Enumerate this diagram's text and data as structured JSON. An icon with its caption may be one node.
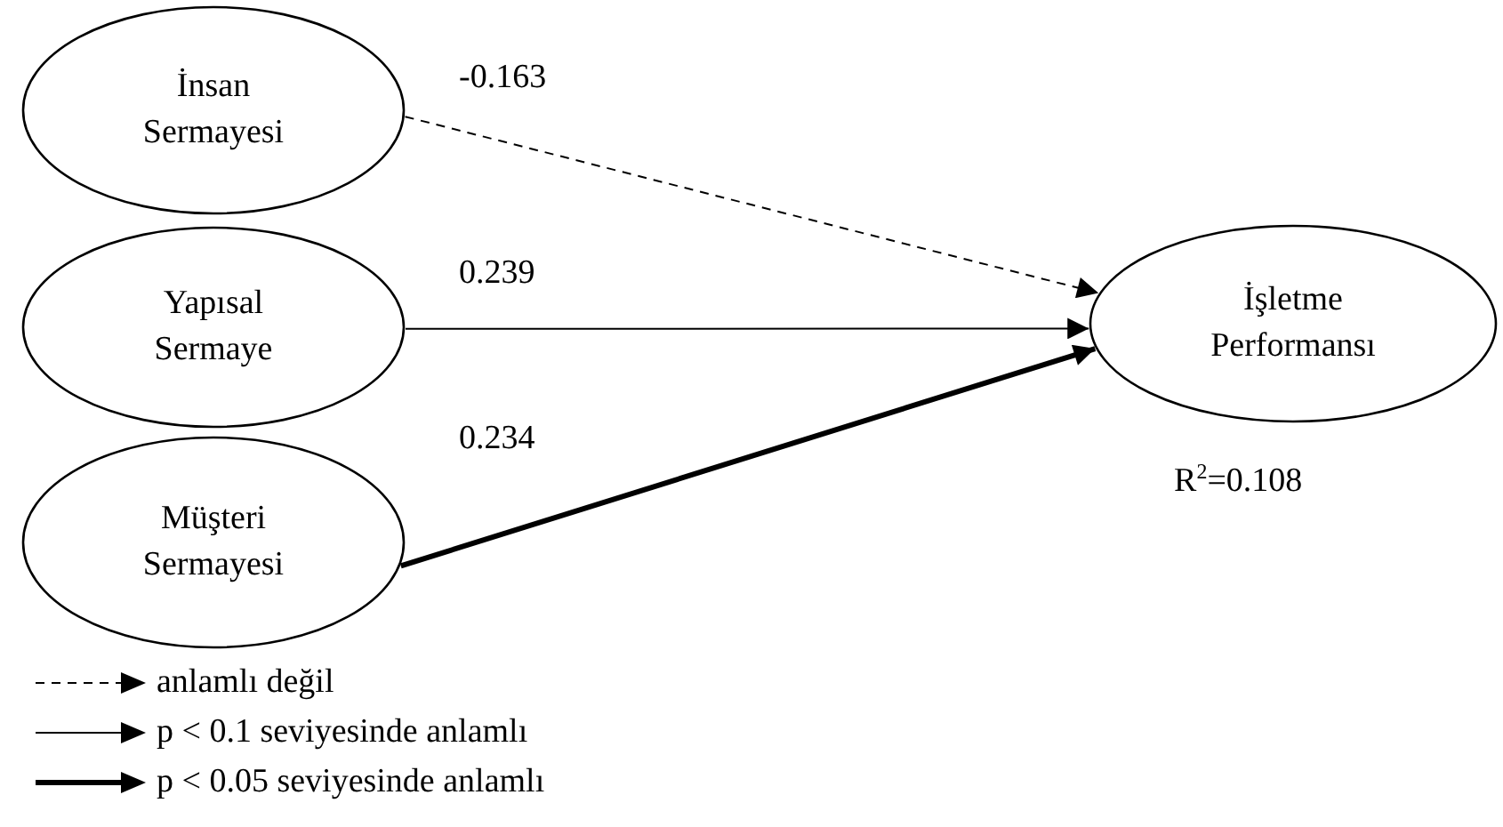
{
  "diagram": {
    "nodes": [
      {
        "text": [
          "İnsan Sermayesi"
        ]
      },
      {
        "text": [
          "Yapısal Sermaye"
        ]
      },
      {
        "text": [
          "Müşteri Sermayesi"
        ]
      },
      {
        "text": [
          "İşletme Performansı"
        ]
      }
    ],
    "edges": [
      {
        "from": 0,
        "to": 3,
        "arrow": "to",
        "label": "-0.163",
        "style": "dashed"
      },
      {
        "from": 1,
        "to": 3,
        "arrow": "to",
        "label": "0.239"
      },
      {
        "from": 2,
        "to": 3,
        "arrow": "to",
        "label": "0.234",
        "style": "thick"
      }
    ],
    "labels": [
      "R$^{2}$=0.108"
    ],
    "legend": [
      {
        "text": "anlamlı değil"
      },
      {
        "text": "p < 0.1 seviyesinde anlamlı"
      },
      {
        "text": "p < 0.05 seviyesinde anlamlı"
      }
    ]
  }
}
